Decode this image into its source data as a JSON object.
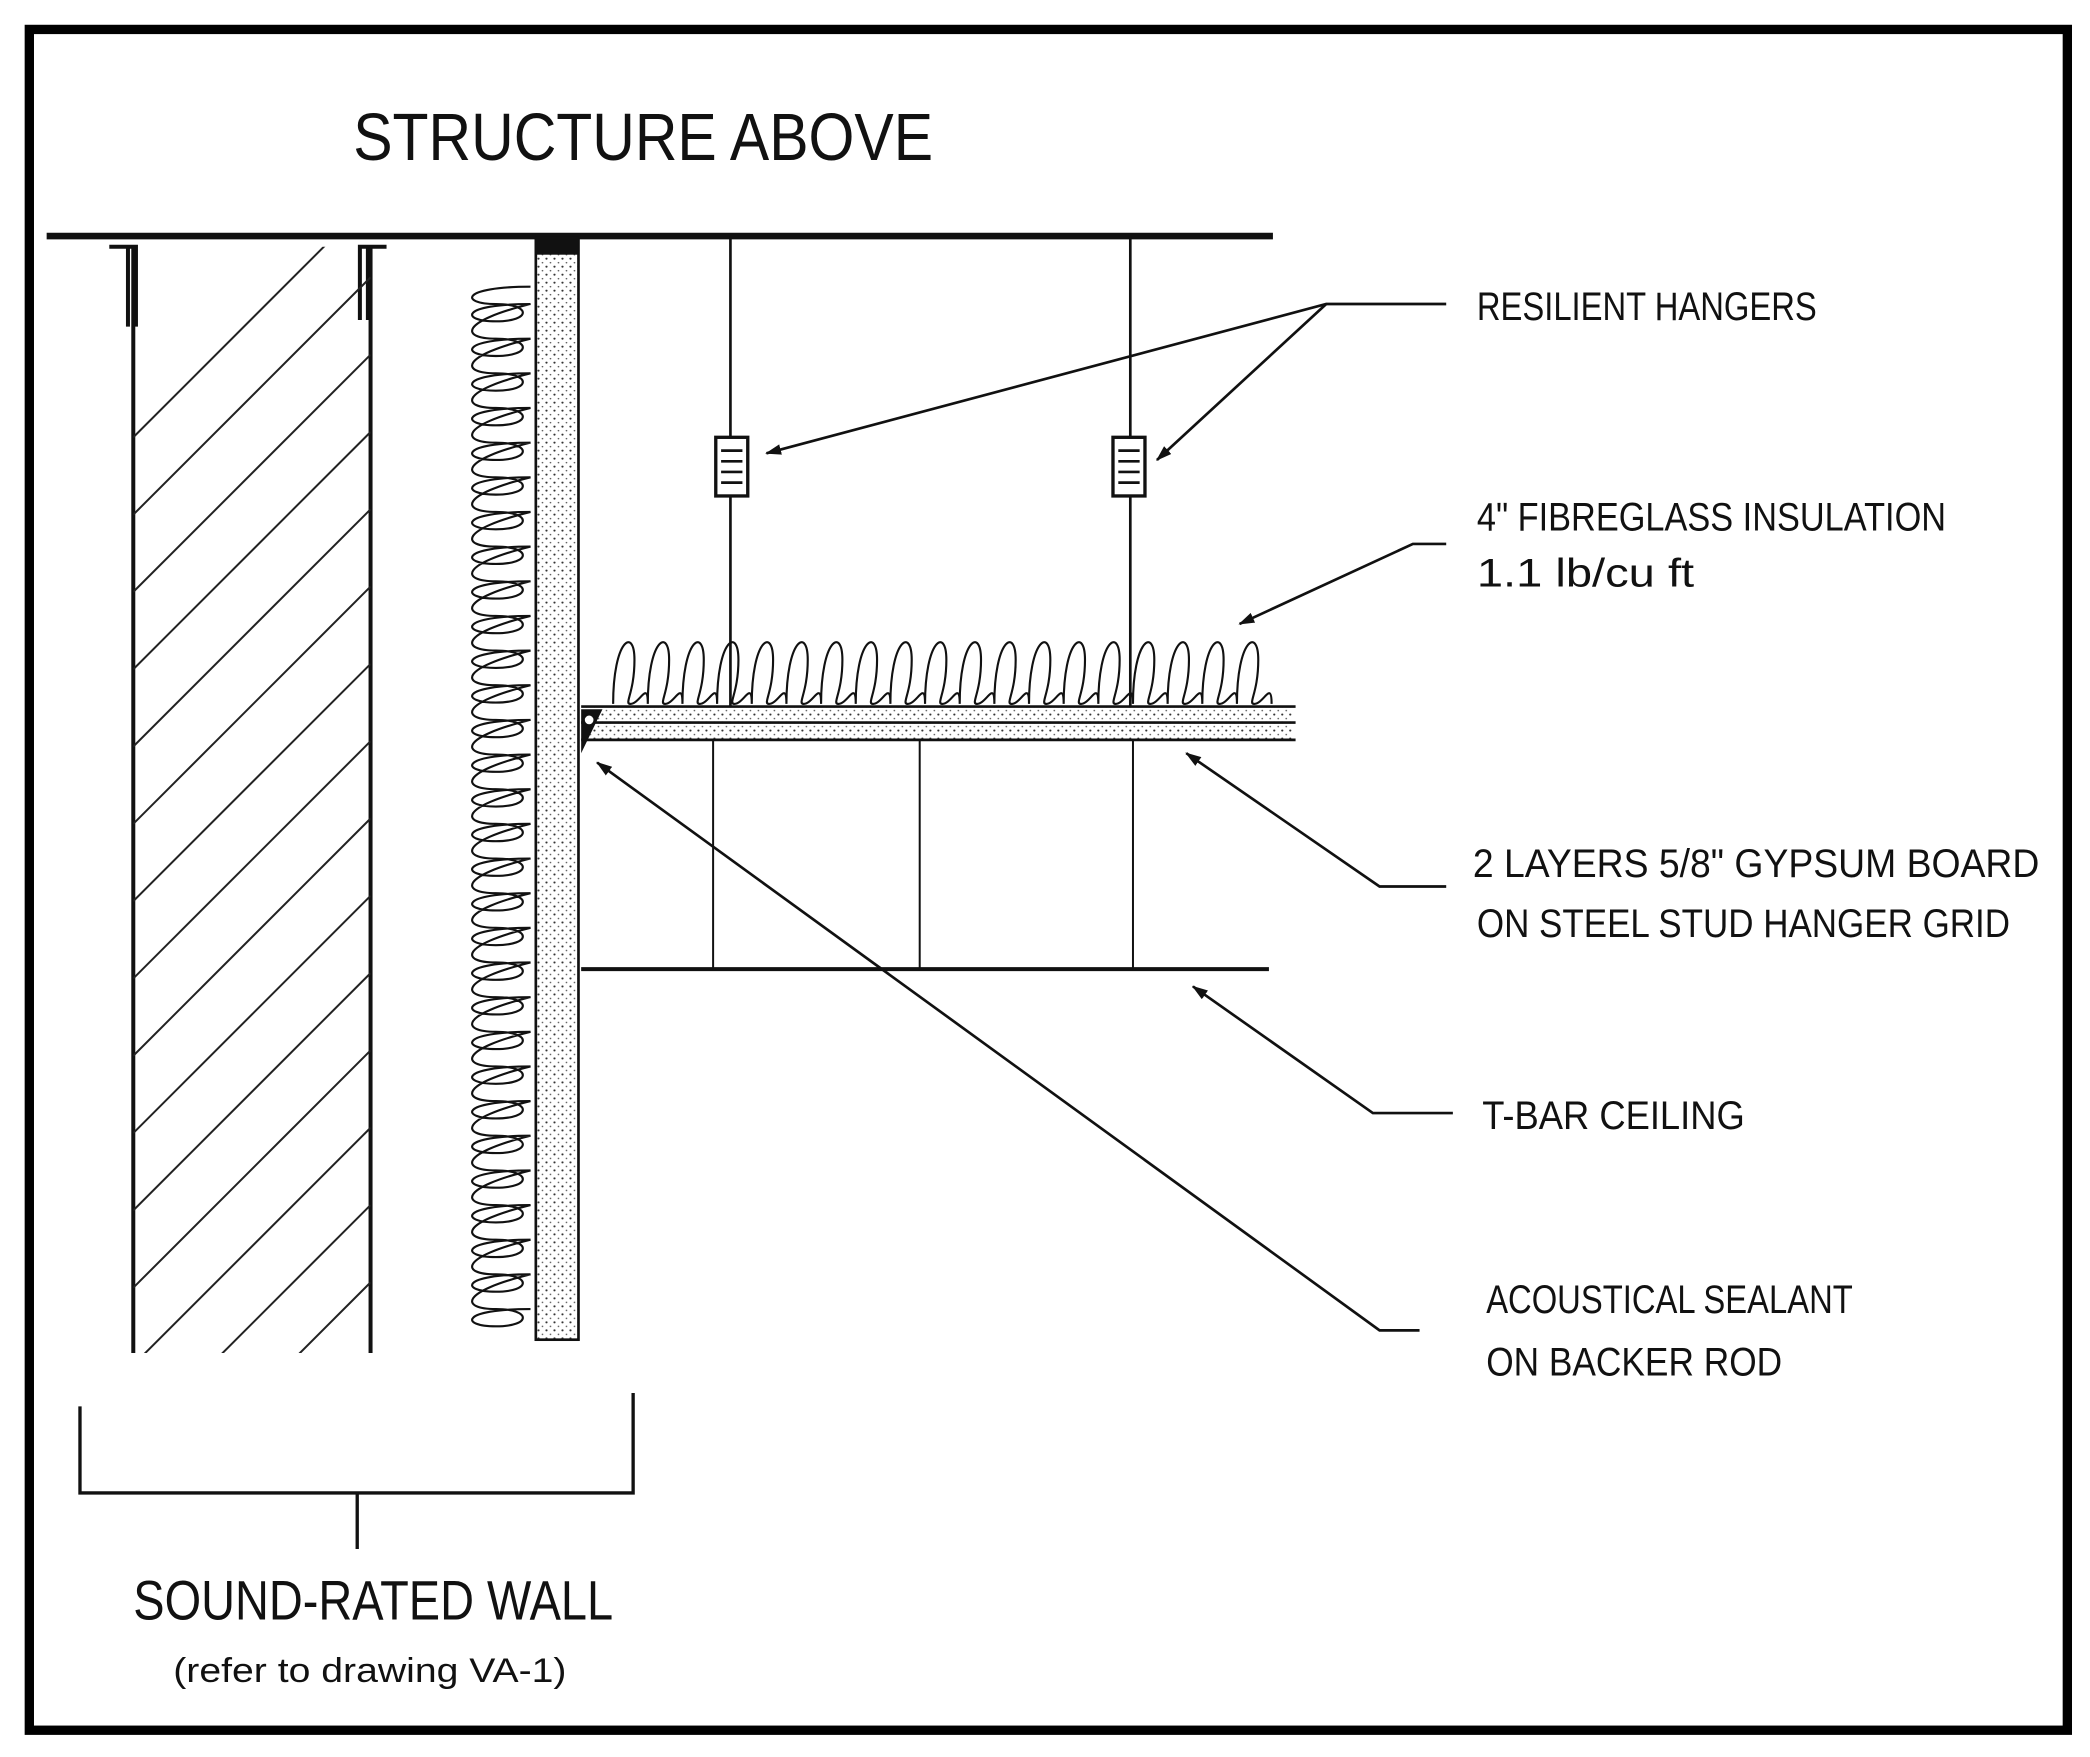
{
  "title": "STRUCTURE ABOVE",
  "labels": {
    "resilient_hangers": "RESILIENT HANGERS",
    "insulation_line1": "4\" FIBREGLASS INSULATION",
    "insulation_line2": "1.1 lb/cu ft",
    "gypsum_line1": "2 LAYERS 5/8\" GYPSUM BOARD",
    "gypsum_line2": "ON STEEL STUD HANGER GRID",
    "tbar": "T-BAR CEILING",
    "sealant_line1": "ACOUSTICAL SEALANT",
    "sealant_line2": "ON BACKER ROD"
  },
  "wall": {
    "label": "SOUND-RATED WALL",
    "reference": "(refer to drawing VA-1)"
  }
}
